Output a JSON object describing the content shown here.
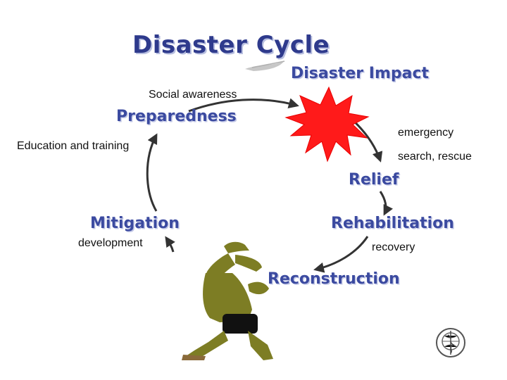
{
  "title": "Disaster Cycle",
  "stages": {
    "impact": "Disaster Impact",
    "relief": "Relief",
    "rehabilitation": "Rehabilitation",
    "reconstruction": "Reconstruction",
    "mitigation": "Mitigation",
    "preparedness": "Preparedness"
  },
  "notes": {
    "social": "Social awareness",
    "education": "Education and training",
    "emergency": "emergency",
    "search": "search, rescue",
    "recovery": "recovery",
    "development": "development"
  },
  "colors": {
    "title": "#2e3a8c",
    "stage": "#3b4aa0",
    "burst": "#ff1a1a",
    "figure": "#7d7d24",
    "arrow": "#333333"
  },
  "icons": [
    "disaster-burst-icon",
    "lifting-figure-icon",
    "who-emblem-icon"
  ]
}
